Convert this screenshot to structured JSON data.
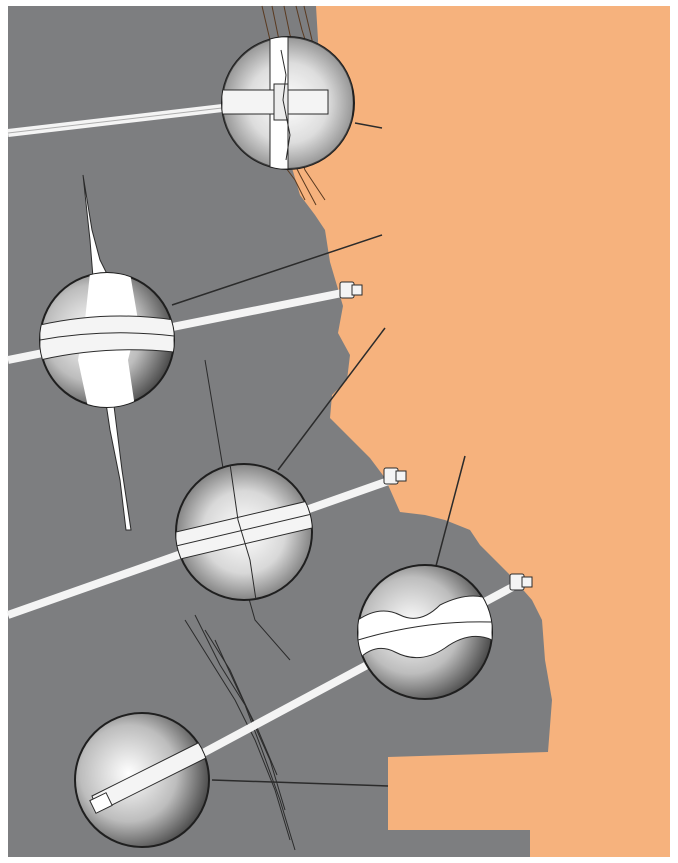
{
  "figure": {
    "caption": "",
    "colors": {
      "rock": "#7d7e80",
      "excavation": "#f6b27d",
      "bolt": "#f4f4f4",
      "outline": "#2b2b2b",
      "crack_fill": "#ffffff",
      "background": "#ffffff"
    },
    "elements": [
      "rock-mass",
      "excavated-opening",
      "rock-bolt-1",
      "rock-bolt-2",
      "rock-bolt-3",
      "rock-bolt-4",
      "rock-bolt-5",
      "detail-magnifier-1",
      "detail-magnifier-2",
      "detail-magnifier-3",
      "detail-magnifier-4",
      "detail-magnifier-5"
    ]
  }
}
